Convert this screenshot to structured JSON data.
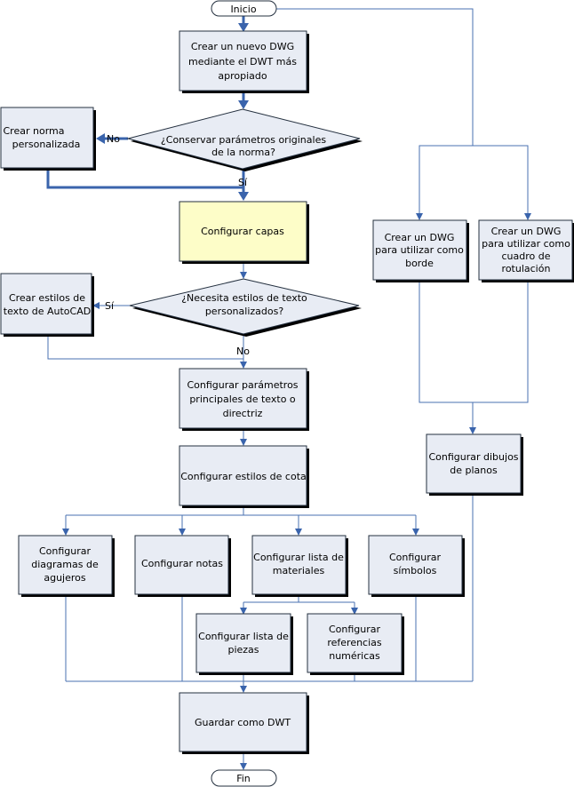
{
  "colors": {
    "connector": "#4a72b2",
    "node_fill": "#e8ecf4",
    "highlight_fill": "#fdfdc8",
    "border": "#24303f"
  },
  "terminals": {
    "start": "Inicio",
    "end": "Fin"
  },
  "nodes": {
    "nuevo_dwg": [
      "Crear un nuevo DWG",
      "mediante el DWT más",
      "apropiado"
    ],
    "conservar": [
      "¿Conservar parámetros originales",
      "de la norma?"
    ],
    "norma_personalizada": [
      "Crear norma",
      "personalizada"
    ],
    "capas": [
      "Configurar capas"
    ],
    "estilos_texto_q": [
      "¿Necesita estilos de texto",
      "personalizados?"
    ],
    "estilos_autocad": [
      "Crear estilos de",
      "texto de AutoCAD"
    ],
    "parametros_texto": [
      "Configurar parámetros",
      "principales de texto o",
      "directriz"
    ],
    "estilos_cota": [
      "Configurar estilos de cota"
    ],
    "diagramas_agujeros": [
      "Configurar",
      "diagramas de",
      "agujeros"
    ],
    "notas": [
      "Configurar notas"
    ],
    "lista_materiales": [
      "Configurar lista de",
      "materiales"
    ],
    "simbolos": [
      "Configurar",
      "símbolos"
    ],
    "lista_piezas": [
      "Configurar lista de",
      "piezas"
    ],
    "referencias": [
      "Configurar",
      "referencias",
      "numéricas"
    ],
    "guardar": [
      "Guardar como DWT"
    ],
    "dwg_borde": [
      "Crear un DWG",
      "para utilizar como",
      "borde"
    ],
    "dwg_rotulacion": [
      "Crear un DWG",
      "para utilizar como",
      "cuadro de",
      "rotulación"
    ],
    "dibujos_planos": [
      "Configurar dibujos",
      "de planos"
    ]
  },
  "edge_labels": {
    "conservar_no": "No",
    "conservar_si": "Sí",
    "estilos_si": "Sí",
    "estilos_no": "No"
  }
}
